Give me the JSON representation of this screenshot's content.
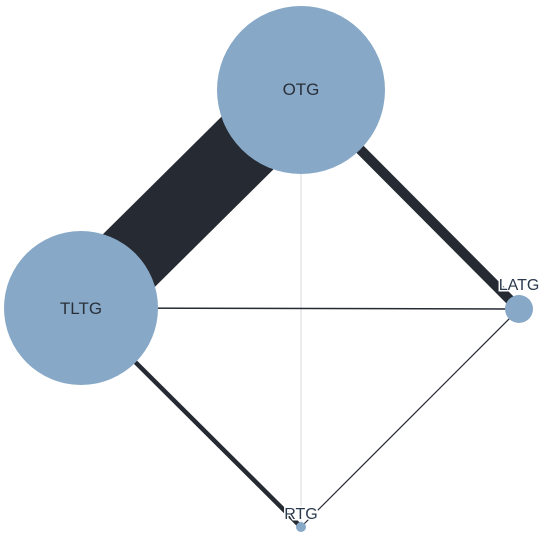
{
  "diagram": {
    "type": "network",
    "colors": {
      "node_fill": "#87a8c7",
      "edge_dark": "#262b33",
      "edge_light": "#d6d9de",
      "label_text": "#2a303a"
    },
    "nodes": [
      {
        "id": "OTG",
        "label": "OTG"
      },
      {
        "id": "TLTG",
        "label": "TLTG"
      },
      {
        "id": "LATG",
        "label": "LATG"
      },
      {
        "id": "RTG",
        "label": "RTG"
      }
    ],
    "edges": [
      {
        "source": "OTG",
        "target": "TLTG"
      },
      {
        "source": "OTG",
        "target": "LATG"
      },
      {
        "source": "OTG",
        "target": "RTG"
      },
      {
        "source": "TLTG",
        "target": "LATG"
      },
      {
        "source": "TLTG",
        "target": "RTG"
      },
      {
        "source": "LATG",
        "target": "RTG"
      }
    ]
  }
}
